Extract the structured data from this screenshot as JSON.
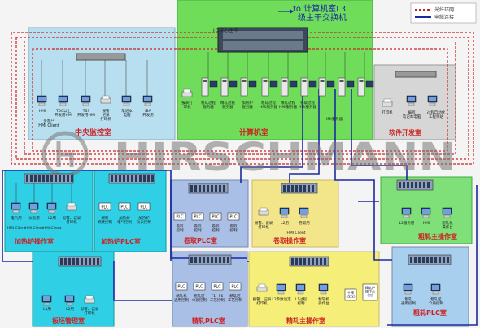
{
  "header": {
    "uplink_line1": "to 计算机室L3",
    "uplink_line2": "级主干交换机",
    "legend_line1": "光纤环网",
    "legend_line2": "电缆连接"
  },
  "watermark": "HIRSCHMANN",
  "rooms": {
    "central": "中央监控室",
    "computer": "计算机室",
    "software": "软件开发室",
    "heating_op": "加热炉操作室",
    "heating_plc": "加热炉PLC室",
    "coiler_plc": "卷取PLC室",
    "coiler_op": "卷取操作室",
    "rough_op": "粗轧主操作室",
    "billet": "板坯管理室",
    "finish_plc": "精轧PLC室",
    "finish_op": "精轧主操作室",
    "rough_plc": "粗轧PLC室"
  },
  "labels": {
    "central_pcs": [
      "HMI",
      "TDC以上\n开发用HMI",
      "T3S\n开发用HMI",
      "报警\n记录\n打印机",
      "笔记本\n电脑",
      "iBA\n开发用"
    ],
    "central_caption": "HMI Client",
    "central_sub": "多客户",
    "computer_pcs": [
      "报表打\n印机",
      "粗轧过程\n服务器",
      "精轧过程\n服务器",
      "加热炉\n服务器",
      "粗轧过程\nHMI服务器",
      "精轧过程\nHMI服务器",
      "卷取过程\nHMI服务器"
    ],
    "computer_caption": "HMI服务器",
    "core_switch": "L2核心主干",
    "software_pcs": [
      "打印机",
      "编程\n笔记本电脑",
      "过程自动化\n工程师站"
    ],
    "heating_pcs": [
      "电气用",
      "仪表用",
      "L2用",
      "报警、记录\n打印机"
    ],
    "heating_plc_pcs": [
      "燃料\n燃烧控制",
      "加热炉\n电气控制",
      "加热炉\n仪表控制"
    ],
    "coiler_plc_pcs": [
      "PLC",
      "PLC",
      "PLC",
      "PLC"
    ],
    "coiler_plc_caps": [
      "卷取\n控制",
      "卷取\n控制",
      "卷取\n控制",
      "卷取\n控制"
    ],
    "coiler_op_pcs": [
      "报警、记录\n打印机",
      "L2用",
      "卷取用"
    ],
    "rough_pcs": [
      "L2服务用",
      "HMI",
      "粗轧机\n操作台"
    ],
    "billet_pcs": [
      "L1用",
      "L2用",
      "报警、记录\n打印机"
    ],
    "finish_plc_caps": [
      "精轧机\n通用控制",
      "粗轧区\n介质控制",
      "F1~F6\n工艺控制",
      "精轧区\n工艺控制"
    ],
    "finish_op_pcs": [
      "报警、记录\n打印机",
      "L2参数设定",
      "L1过程\n控制",
      "精轧机\n操作台"
    ],
    "finish_op_extra": "干预\n(仅仪)",
    "finish_op_extra2": "精轧炉\n操作台\n(仪)",
    "rough_plc_caps": [
      "粗轧\n通用控制",
      "粗轧区\n介质控制"
    ],
    "hmi_client": "HMI Client"
  },
  "colors": {
    "fiber_red": "#cc2222",
    "link_blue": "#1a2aa0",
    "central_bg": "#b7dff0",
    "computer_bg": "#6fdc5a",
    "software_bg": "#d6d6d6",
    "heating_bg": "#2fd0e6",
    "coiler_plc_bg": "#a9bfe6",
    "coiler_op_bg": "#f2e58a",
    "rough_bg": "#7fe07a",
    "finish_op_bg": "#f5ef7a",
    "rough_plc_bg": "#a9cfee"
  }
}
